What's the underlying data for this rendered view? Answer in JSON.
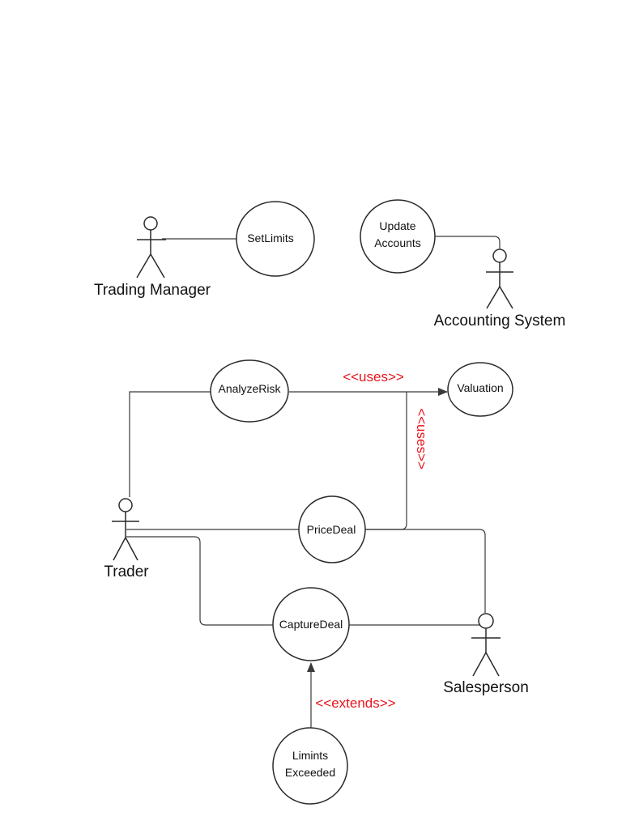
{
  "colors": {
    "line": "#3a3a3a",
    "text": "#111111",
    "stereotype": "#e8141b"
  },
  "actors": {
    "trading_manager": "Trading Manager",
    "accounting_system": "Accounting System",
    "trader": "Trader",
    "salesperson": "Salesperson"
  },
  "use_cases": {
    "set_limits": "SetLimits",
    "update_accounts_line1": "Update",
    "update_accounts_line2": "Accounts",
    "analyze_risk": "AnalyzeRisk",
    "valuation": "Valuation",
    "price_deal": "PriceDeal",
    "capture_deal": "CaptureDeal",
    "limits_exceeded_line1": "Limints",
    "limits_exceeded_line2": "Exceeded"
  },
  "stereotypes": {
    "uses_horizontal": "<<uses>>",
    "uses_vertical": "<<uses>>",
    "extends": "<<extends>>"
  }
}
